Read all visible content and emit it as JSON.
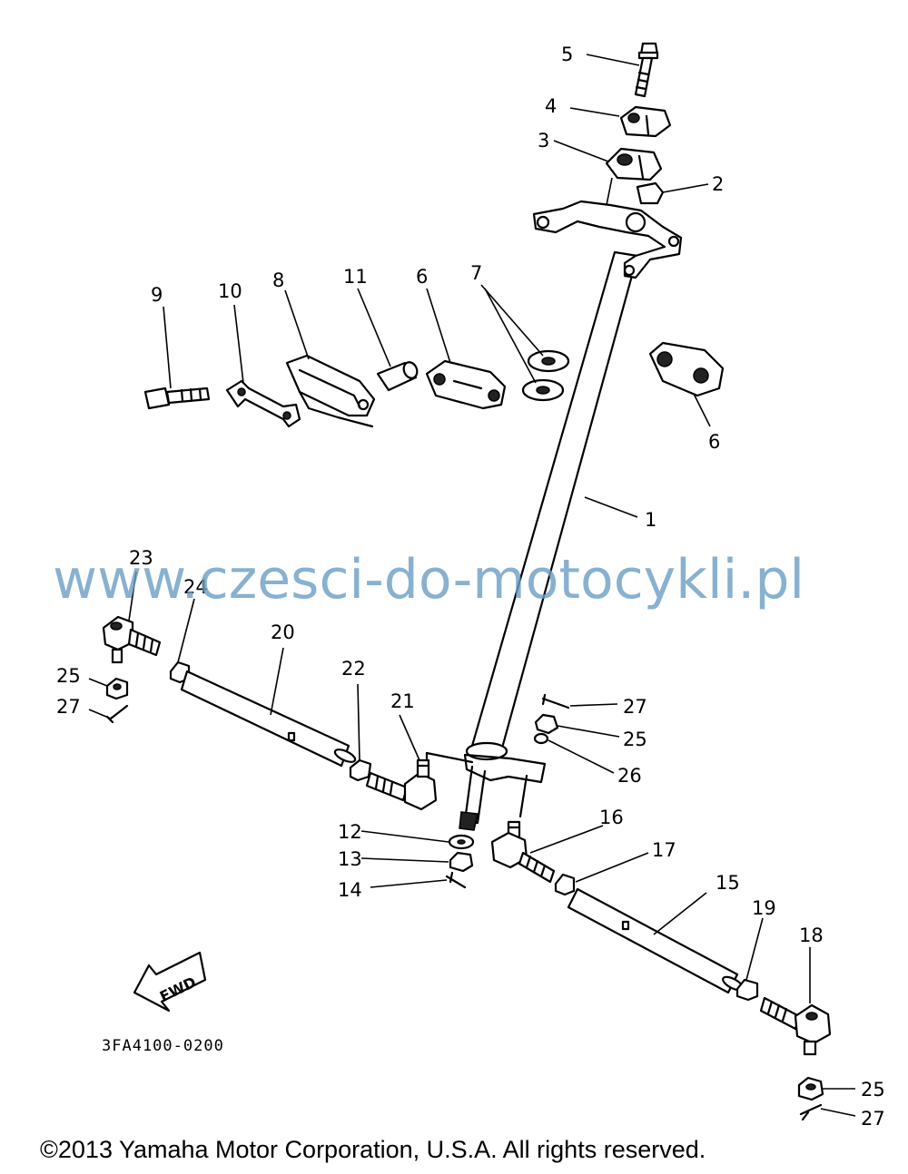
{
  "callouts": {
    "c1": "1",
    "c2": "2",
    "c3": "3",
    "c4": "4",
    "c5": "5",
    "c6a": "6",
    "c6b": "6",
    "c7": "7",
    "c8": "8",
    "c9": "9",
    "c10": "10",
    "c11": "11",
    "c12": "12",
    "c13": "13",
    "c14": "14",
    "c15": "15",
    "c16": "16",
    "c17": "17",
    "c18": "18",
    "c19": "19",
    "c20": "20",
    "c21": "21",
    "c22": "22",
    "c23": "23",
    "c24": "24",
    "c25a": "25",
    "c25b": "25",
    "c25c": "25",
    "c26": "26",
    "c27a": "27",
    "c27b": "27",
    "c27c": "27"
  },
  "fwd_label": "FWD",
  "diagram_code": "3FA4100-0200",
  "watermark": "www.czesci-do-motocykli.pl",
  "copyright": "©2013 Yamaha Motor Corporation, U.S.A. All rights reserved.",
  "colors": {
    "line": "#000000",
    "watermark": "#6a9ec4",
    "background": "#ffffff"
  }
}
